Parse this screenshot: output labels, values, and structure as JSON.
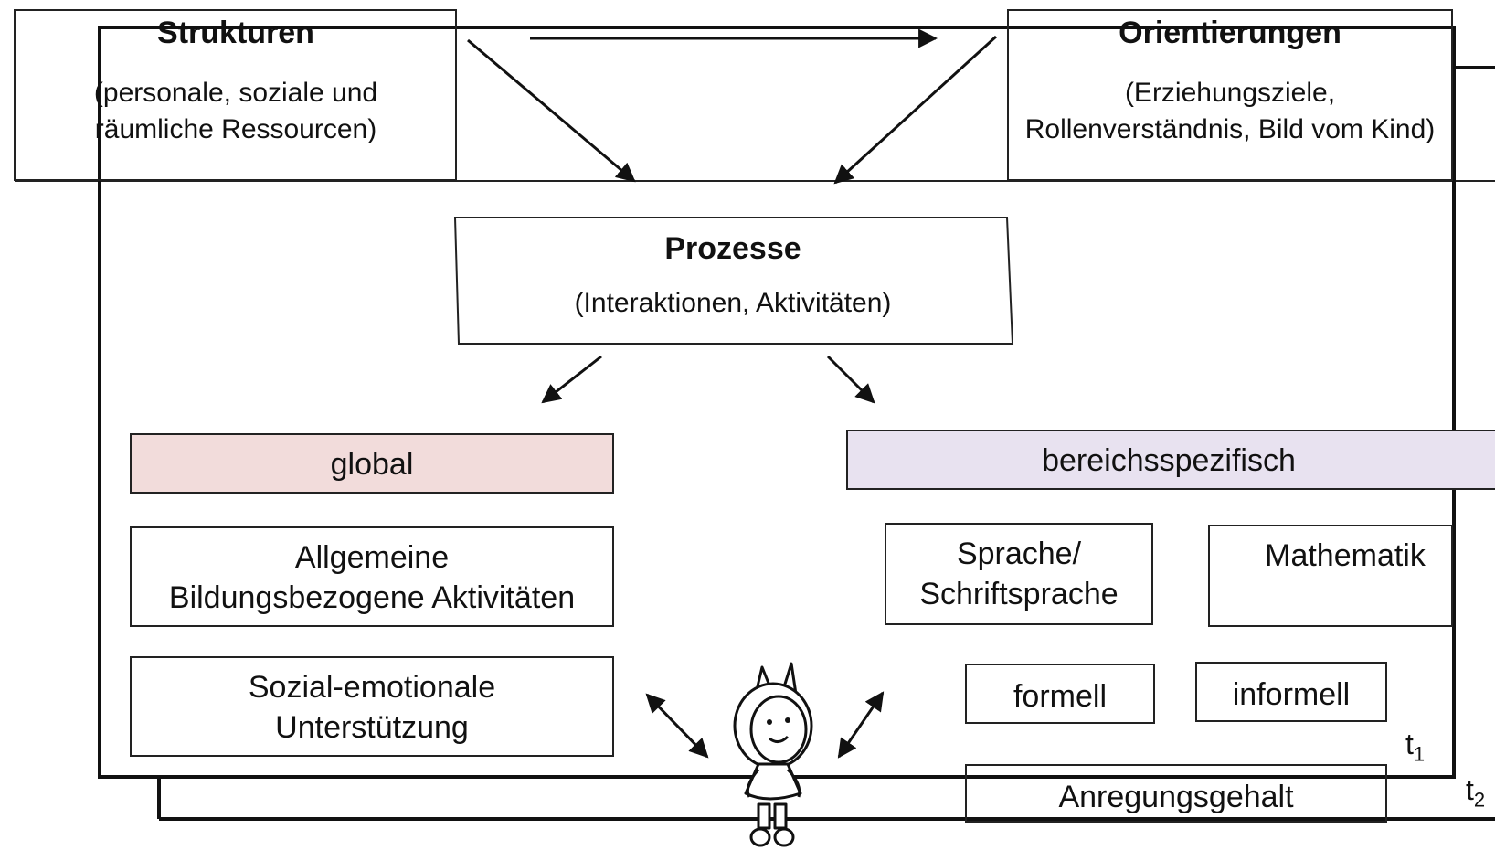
{
  "structures": {
    "title": "Strukturen",
    "desc_line1": "(personale, soziale und",
    "desc_line2": "räumliche Ressourcen)"
  },
  "orientations": {
    "title": "Orientierungen",
    "desc_line1": "(Erziehungsziele,",
    "desc_line2": "Rollenverständnis, Bild vom Kind)"
  },
  "processes": {
    "title": "Prozesse",
    "desc": "(Interaktionen, Aktivitäten)"
  },
  "global": {
    "label": "global",
    "color": "#f2dcdb"
  },
  "domain_specific": {
    "label": "bereichsspezifisch",
    "color": "#e8e2f0"
  },
  "general_activities": {
    "line1": "Allgemeine",
    "line2": "Bildungsbezogene Aktivitäten"
  },
  "socio_emotional": {
    "line1": "Sozial-emotionale",
    "line2": "Unterstützung"
  },
  "language": {
    "line1": "Sprache/",
    "line2": "Schriftsprache"
  },
  "math": {
    "label": "Mathematik"
  },
  "formal": {
    "label": "formell"
  },
  "informal": {
    "label": "informell"
  },
  "stimulation": {
    "label": "Anregungsgehalt"
  },
  "time_labels": {
    "t1_base": "t",
    "t1_sub": "1",
    "t2_base": "t",
    "t2_sub": "2"
  },
  "child_icon": "child-figure-icon"
}
